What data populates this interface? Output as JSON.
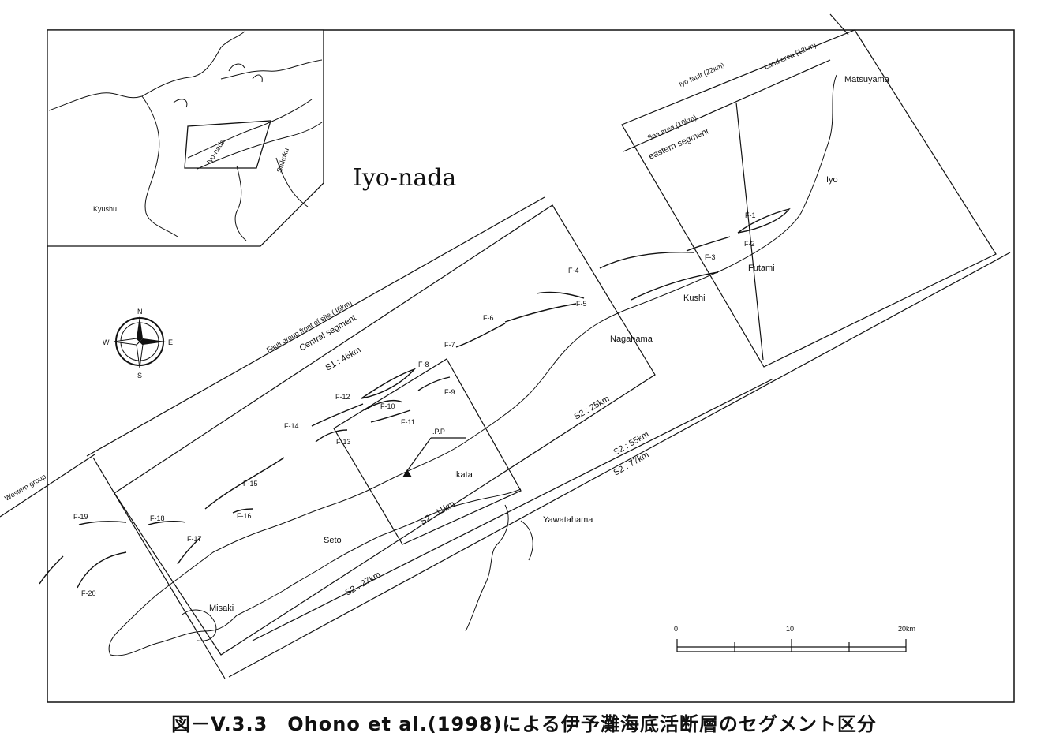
{
  "inset": {
    "labels": {
      "iyo_nada": "Iyo-nada",
      "shikoku": "Shikoku",
      "kyushu": "Kyushu"
    }
  },
  "map": {
    "title": "Iyo-nada",
    "places": {
      "matsuyama": "Matsuyama",
      "iyo": "Iyo",
      "futami": "Futami",
      "kushi": "Kushi",
      "nagahama": "Nagahama",
      "ikata": "Ikata",
      "yawatahama": "Yawatahama",
      "seto": "Seto",
      "misaki": "Misaki",
      "pp": ".P.P"
    },
    "faults": [
      "F-1",
      "F-2",
      "F-3",
      "F-4",
      "F-5",
      "F-6",
      "F-7",
      "F-8",
      "F-9",
      "F-10",
      "F-11",
      "F-12",
      "F-13",
      "F-14",
      "F-15",
      "F-16",
      "F-17",
      "F-18",
      "F-19",
      "F-20"
    ],
    "segments": {
      "iyo_fault": "Iyo fault (22km)",
      "land_area": "Land area (12km)",
      "sea_area": "Sea area (10km)",
      "eastern": "eastern segment",
      "fault_group": "Fault group front of site (46km)",
      "central": "Central segment",
      "western": "Western group",
      "s1": "S1 : 46km",
      "s2_25": "S2 : 25km",
      "s2_55": "S2 : 55km",
      "s2_77": "S2 : 77km",
      "s2_11": "S2 : 11km",
      "s2_27": "S2 : 27km"
    },
    "compass": {
      "n": "N",
      "s": "S",
      "e": "E",
      "w": "W"
    },
    "scale": {
      "zero": "0",
      "ten": "10",
      "twenty": "20km"
    }
  },
  "caption": "図－V.3.3　Ohono et al.(1998)による伊予灘海底活断層のセグメント区分"
}
